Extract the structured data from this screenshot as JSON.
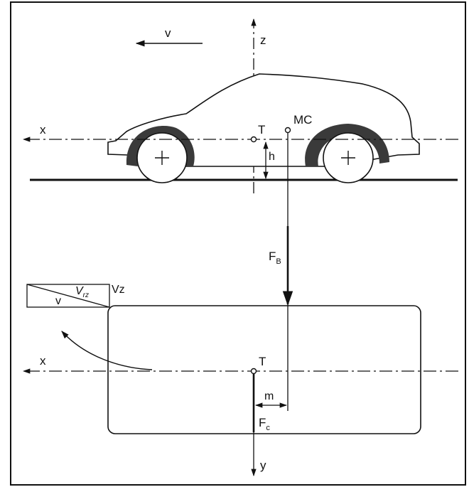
{
  "labels": {
    "velocity": "v",
    "z_axis": "z",
    "x_axis_side": "x",
    "x_axis_top": "x",
    "y_axis": "y",
    "center_side": "T",
    "center_top": "T",
    "moment_center": "MC",
    "height": "h",
    "brake_force_main": "F",
    "brake_force_sub": "B",
    "lateral_force_main": "F",
    "lateral_force_sub": "c",
    "offset": "m",
    "vel_small": "v",
    "vel_rz_main": "V",
    "vel_rz_sub": "rz",
    "vel_z": "Vz"
  },
  "colors": {
    "ink": "#111111",
    "body_fill": "#ffffff",
    "arch_fill": "#3a3a3a"
  }
}
